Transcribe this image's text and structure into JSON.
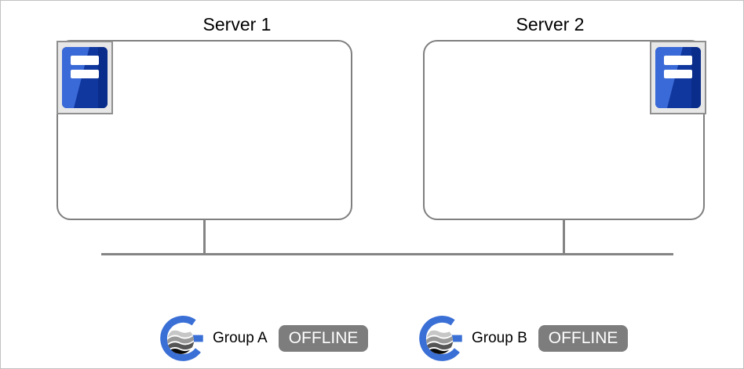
{
  "servers": [
    {
      "label": "Server 1"
    },
    {
      "label": "Server 2"
    }
  ],
  "groups": [
    {
      "name": "Group A",
      "status": "OFFLINE"
    },
    {
      "name": "Group B",
      "status": "OFFLINE"
    }
  ],
  "icons": {
    "server": "server-tower-icon",
    "group": "group-globe-logo-icon"
  },
  "colors": {
    "diagram_line": "#848484",
    "box_border": "#7f7f7f",
    "icon_frame_bg": "#e7e7e7",
    "server_icon_blue_dark": "#10379e",
    "server_icon_blue_light": "#3a6ad8",
    "group_logo_blue": "#3a6fd6",
    "status_badge_bg": "#7d7d7d",
    "status_badge_text": "#ffffff"
  }
}
